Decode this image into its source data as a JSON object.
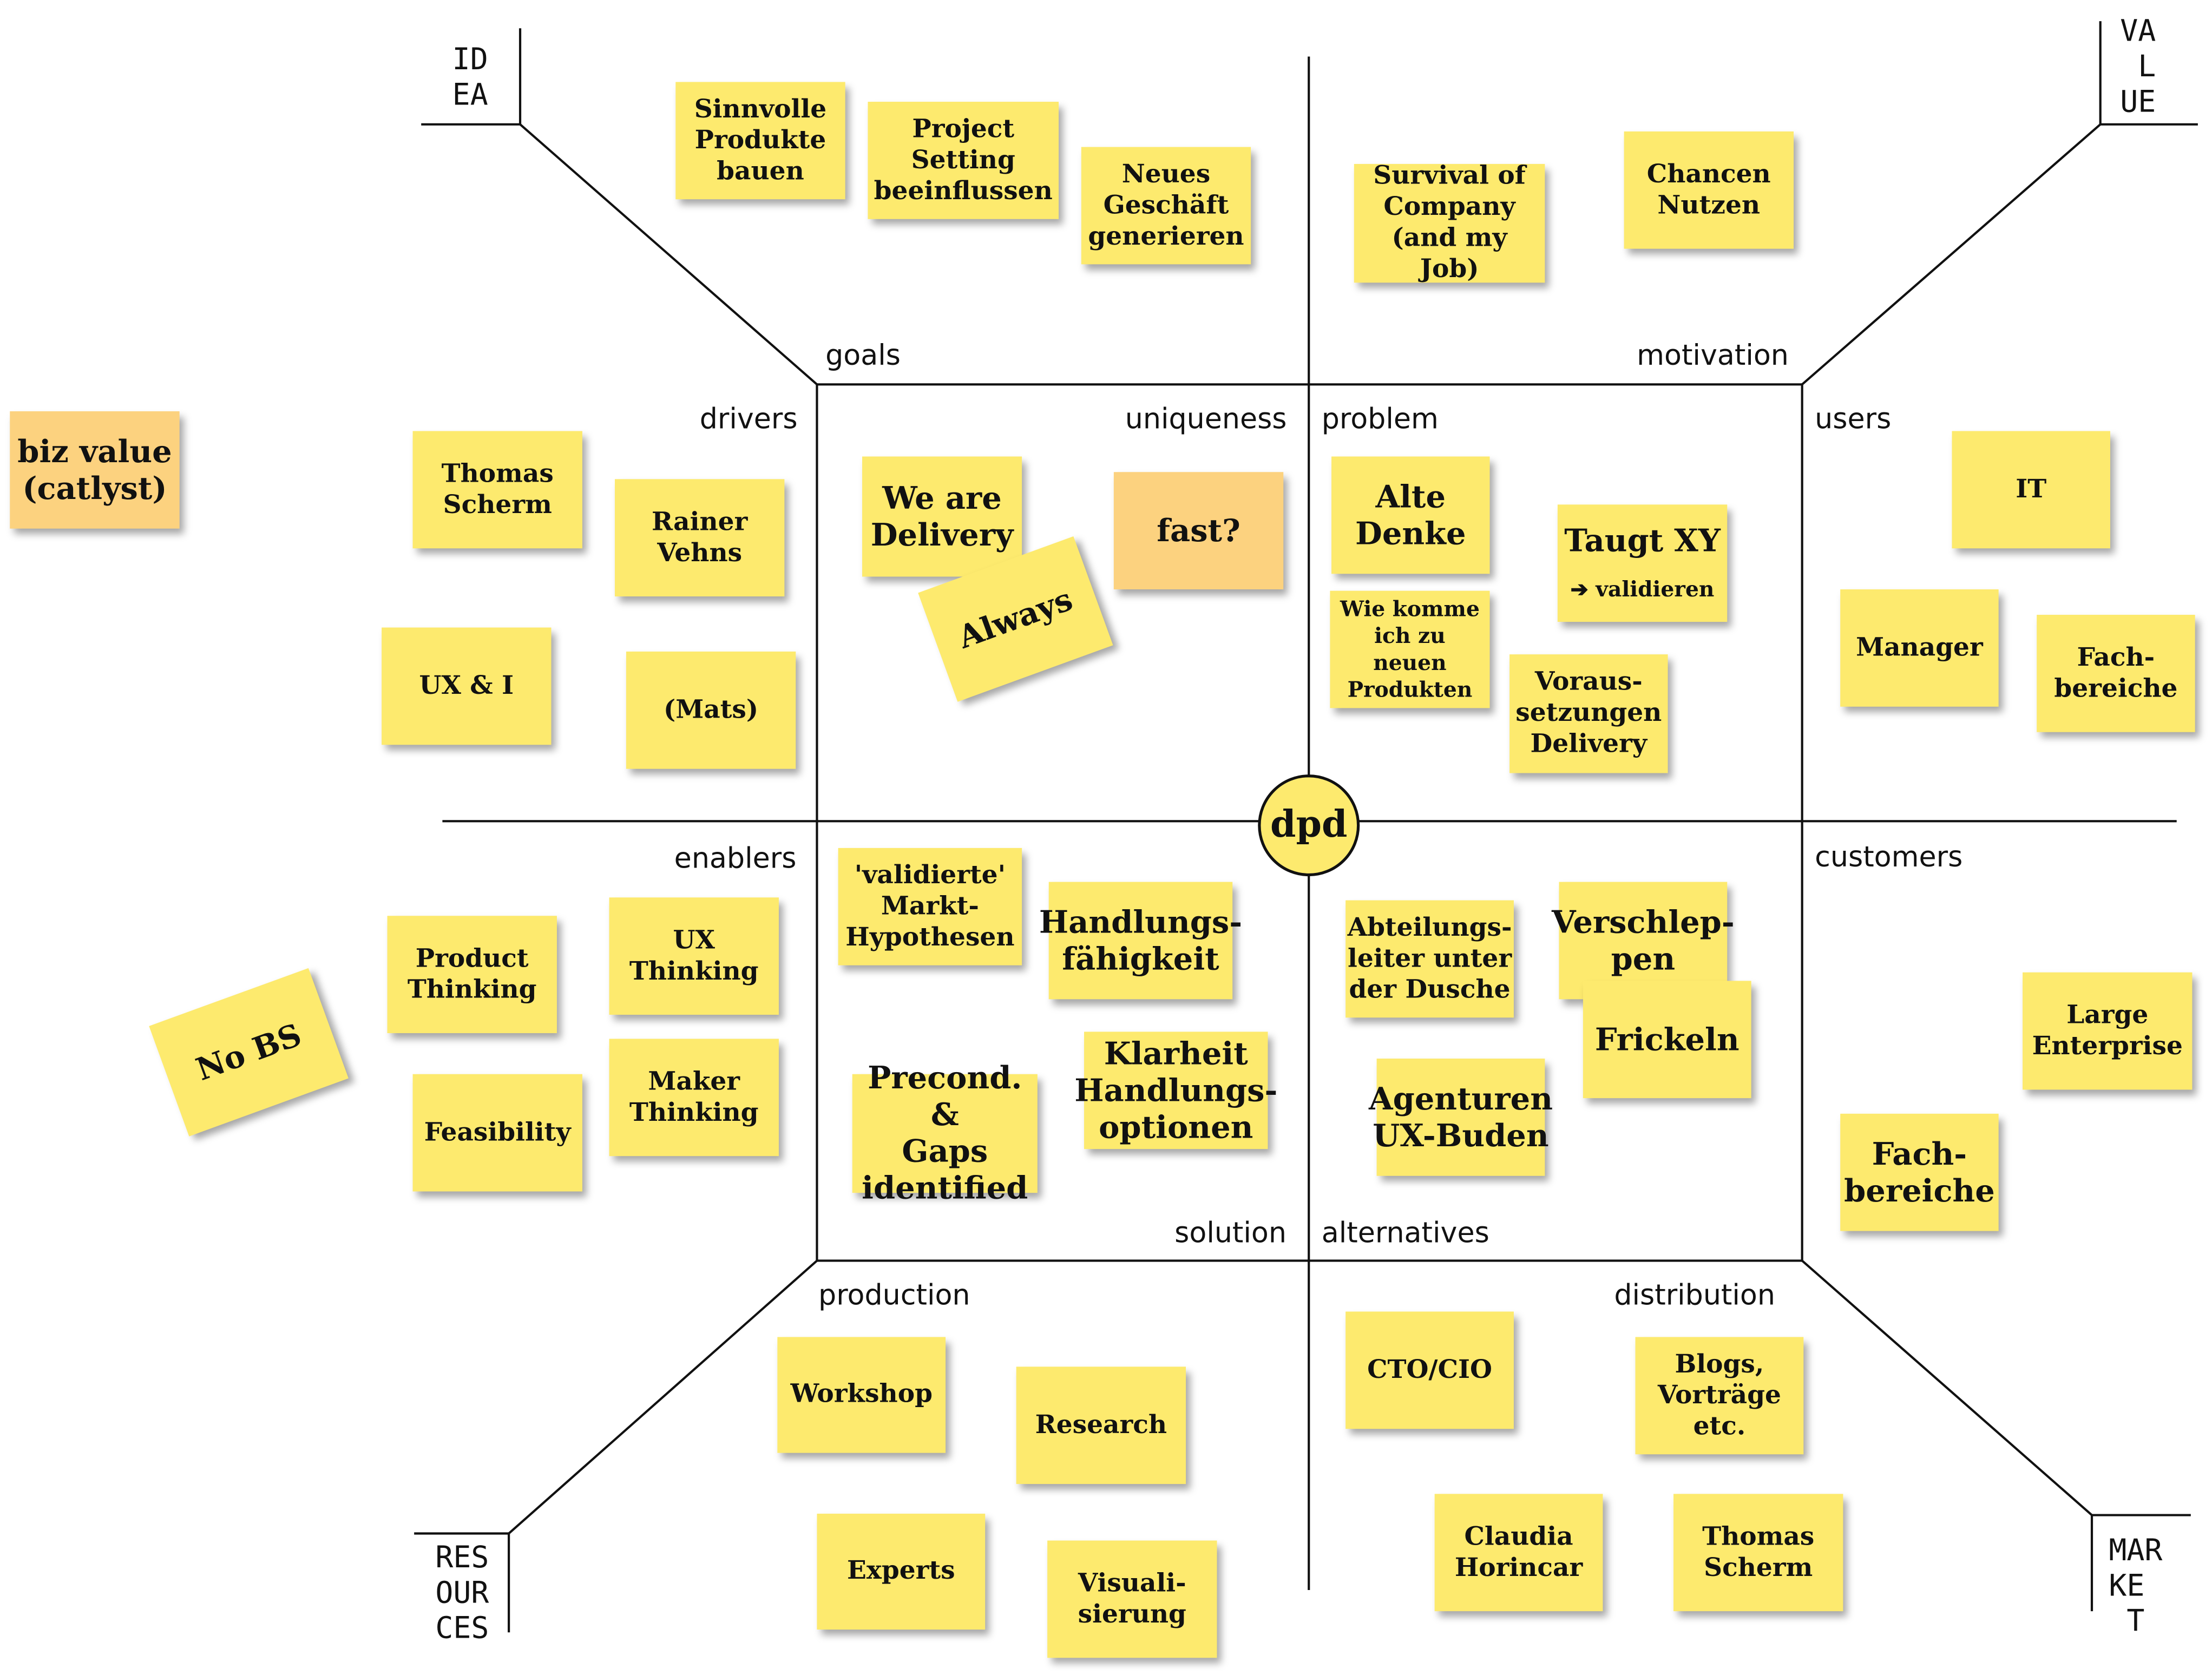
{
  "corners": {
    "idea": "ID\nEA",
    "value": "VA\n L\nUE",
    "resources": "RES\nOUR\nCES",
    "market": "MAR\nKE\n T"
  },
  "labels": {
    "goals": "goals",
    "motivation": "motivation",
    "drivers": "drivers",
    "uniqueness": "uniqueness",
    "problem": "problem",
    "users": "users",
    "enablers": "enablers",
    "customers": "customers",
    "solution": "solution",
    "alternatives": "alternatives",
    "production": "production",
    "distribution": "distribution"
  },
  "hub": "dpd",
  "notes": {
    "biz_value": "biz value\n(catlyst)",
    "sinnvolle": "Sinnvolle\nProdukte\nbauen",
    "project_setting": "Project\nSetting\nbeeinflussen",
    "neues_geschaeft": "Neues\nGeschäft\ngenerieren",
    "survival": "Survival of\nCompany\n(and my Job)",
    "chancen": "Chancen\nNutzen",
    "thomas_scherm_1": "Thomas\nScherm",
    "rainer": "Rainer\nVehns",
    "ux_i": "UX & I",
    "mats": "(Mats)",
    "we_are_delivery": "We are\nDelivery",
    "always": "Always",
    "fast": "fast?",
    "alte_denke": "Alte\nDenke",
    "taugt_xy": "Taugt XY",
    "taugt_xy_sub": "➔ validieren",
    "wie_komme": "Wie komme\nich zu\nneuen\nProdukten",
    "voraussetzungen": "Voraus-\nsetzungen\nDelivery",
    "it": "IT",
    "manager": "Manager",
    "fachbereiche_1": "Fach-\nbereiche",
    "product_thinking": "Product\nThinking",
    "ux_thinking": "UX\nThinking",
    "no_bs": "No BS",
    "feasibility": "Feasibility",
    "maker_thinking": "Maker\nThinking",
    "validierte": "'validierte'\nMarkt-\nHypothesen",
    "handlungsfaehigkeit": "Handlungs-\nfähigkeit",
    "precond": "Precond. &\nGaps\nidentified",
    "klarheit": "Klarheit\nHandlungs-\noptionen",
    "abteilungsleiter": "Abteilungs-\nleiter unter\nder Dusche",
    "verschleppen": "Verschlep-\npen",
    "frickeln": "Frickeln",
    "agenturen": "Agenturen\nUX-Buden",
    "large_enterprise": "Large\nEnterprise",
    "fachbereiche_2": "Fach-\nbereiche",
    "workshop": "Workshop",
    "research": "Research",
    "experts": "Experts",
    "visualisierung": "Visuali-\nsierung",
    "cto_cio": "CTO/CIO",
    "blogs": "Blogs,\nVorträge\netc.",
    "claudia": "Claudia\nHorincar",
    "thomas_scherm_2": "Thomas\nScherm"
  },
  "colors": {
    "note": "#fdea6e",
    "note_accent": "#fcd27f",
    "line": "#111111"
  }
}
